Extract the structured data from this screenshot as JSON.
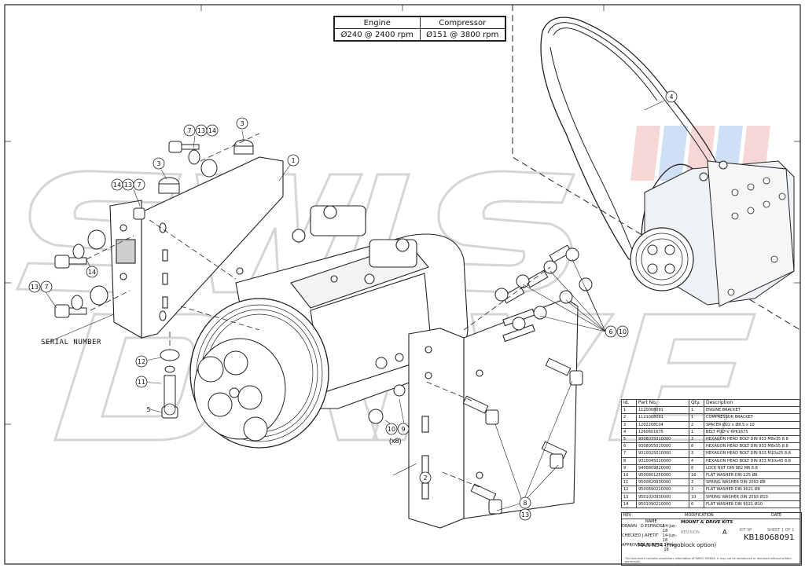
{
  "spec_table": {
    "headers": [
      "Engine",
      "Compressor"
    ],
    "values": [
      "Ø240 @ 2400 rpm",
      "Ø151 @ 3800 rpm"
    ]
  },
  "callouts": {
    "engine_bracket": "1",
    "compressor": "2",
    "spacer_top": "3",
    "spacer_left": "3",
    "belt": "4",
    "bolt_5": "5",
    "bolt_6": "6",
    "bolt_7a": "7",
    "bolt_7b": "7",
    "bolt_7c": "7",
    "nut_8": "8",
    "washer_9": "9",
    "washer_10a": "10",
    "washer_10b": "10",
    "washer_11": "11",
    "washer_12": "12",
    "washer_13a": "13",
    "washer_13b": "13",
    "washer_13c": "13",
    "washer_13d": "13",
    "washer_14a": "14",
    "washer_14b": "14",
    "washer_14c": "14"
  },
  "serial_label": "SERIAL NUMBER",
  "x8_label": "(x8)",
  "bom": {
    "headers": [
      "Id.",
      "Part No.",
      "Qty.",
      "Description"
    ],
    "rows": [
      [
        "1",
        "1120008091",
        "1",
        "ENGINE BRACKET"
      ],
      [
        "2",
        "1121008091",
        "1",
        "COMPRESSOR BRACKET"
      ],
      [
        "3",
        "1202208104",
        "2",
        "SPACER Ø22 x Ø8.5 x 10"
      ],
      [
        "4",
        "1260601675",
        "1",
        "BELT POLY-V 6PK1675"
      ],
      [
        "5",
        "9308035010000",
        "3",
        "HEXAGON HEAD BOLT DIN 933 M8x35 8.8"
      ],
      [
        "6",
        "9308055010000",
        "8",
        "HEXAGON HEAD BOLT DIN 933 M8x55 8.8"
      ],
      [
        "7",
        "9310025010000",
        "3",
        "HEXAGON HEAD BOLT DIN 933 M10x25 8.8"
      ],
      [
        "8",
        "9310045010000",
        "4",
        "HEXAGON HEAD BOLT DIN 933 M10x45 8.8"
      ],
      [
        "9",
        "9400809820000",
        "8",
        "LOCK NUT DIN 982 M8 8.8"
      ],
      [
        "10",
        "9500801250000",
        "16",
        "FLAT WASHER DIN 125 Ø8"
      ],
      [
        "11",
        "9500820930000",
        "3",
        "SPRING WASHER DIN 2093 Ø8"
      ],
      [
        "12",
        "9500890210000",
        "3",
        "FLAT WASHER DIN 9021 Ø8"
      ],
      [
        "13",
        "9501020930000",
        "10",
        "SPRING WASHER DIN 2093 Ø10"
      ],
      [
        "14",
        "9501090210000",
        "6",
        "FLAT WASHER DIN 9021 Ø10"
      ]
    ]
  },
  "title_block": {
    "rev_label": "REV",
    "modification_label": "MODIFICATION",
    "date_label": "DATE",
    "name_label": "NAME",
    "rows": [
      [
        "DRAWN",
        "D.ESPINOSA",
        "14-Jun-18"
      ],
      [
        "CHECKED",
        "J.APETIT",
        "14-Jun-18"
      ],
      [
        "APPROVED",
        "X.PUIGTIO",
        "14-Jun-18"
      ]
    ],
    "company": "MOUNT & DRIVE KITS",
    "revision_label": "REVISION",
    "revision_value": "A",
    "kit_label": "KIT Nº",
    "sheet_label": "SHEET 1 OF 1",
    "part_number": "KB18068091",
    "title": "MAN N54 (Frigoblock option)",
    "footer": "This document contains proprietary information of SWISS MOBILE. It may not be reproduced or disclosed without written permission."
  },
  "colors": {
    "line": "#222222",
    "watermark": "#d9d9d9",
    "wm_red": "#f2b6b6",
    "wm_blue": "#a9c6ee"
  }
}
